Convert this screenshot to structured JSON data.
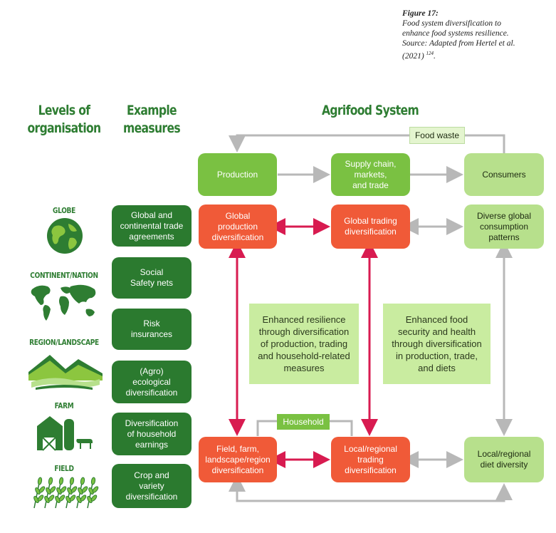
{
  "caption": {
    "figure": "Figure 17:",
    "lines": [
      "Food system diversification to",
      "enhance food systems resilience.",
      "Source: Adapted from Hertel et al.",
      "(2021)"
    ],
    "ref": "124",
    "end": "."
  },
  "headers": {
    "levels": "Levels of\norganisation",
    "measures": "Example\nmeasures",
    "system": "Agrifood System"
  },
  "levels": [
    "GLOBE",
    "CONTINENT/NATION",
    "REGION/LANDSCAPE",
    "FARM",
    "FIELD"
  ],
  "measures": [
    "Global and\ncontinental trade\nagreements",
    "Social\nSafety nets",
    "Risk\ninsurances",
    "(Agro)\necological\ndiversification",
    "Diversification\nof household\nearnings",
    "Crop and\nvariety\ndiversification"
  ],
  "system": {
    "food_waste": "Food waste",
    "production": "Production",
    "supply_chain": "Supply chain,\nmarkets,\nand trade",
    "consumers": "Consumers",
    "global_production": "Global\nproduction\ndiversification",
    "global_trading": "Global trading\ndiversification",
    "diverse_global": "Diverse global\nconsumption\npatterns",
    "note_resilience": "Enhanced resilience\nthrough diversification\nof production, trading\nand household-related\nmeasures",
    "note_security": "Enhanced food\nsecurity and health\nthrough diversification\nin production, trade,\nand diets",
    "household": "Household",
    "field_farm": "Field, farm,\nlandscape/region\ndiversification",
    "local_trading": "Local/regional\ntrading\ndiversification",
    "local_diet": "Local/regional\ndiet diversity"
  },
  "colors": {
    "dark_green": "#2b7a2f",
    "lime": "#7ac142",
    "pale_green": "#b7e08c",
    "orange_red": "#f05a38",
    "crimson_arrow": "#d81b50",
    "grey_arrow": "#b8b8b8",
    "header_green": "#2e7d32"
  },
  "icons": [
    "globe-icon",
    "world-map-icon",
    "landscape-icon",
    "farm-icon",
    "crops-icon"
  ]
}
